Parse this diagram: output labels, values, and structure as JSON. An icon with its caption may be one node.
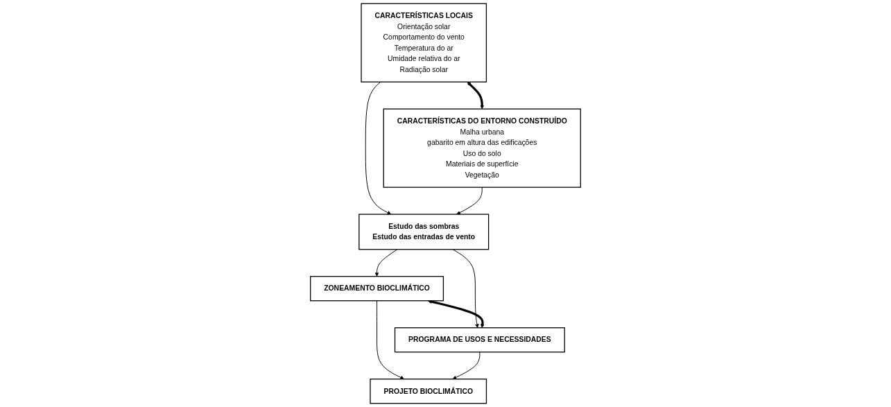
{
  "diagram": {
    "nodes": [
      {
        "text": [
          "CARACTERÍSTICAS LOCAIS",
          "Orientação solar",
          "Comportamento do vento",
          "Temperatura do ar",
          "Umidade relativa do ar",
          "Radiação solar"
        ]
      },
      {
        "text": [
          "CARACTERÍSTICAS DO ENTORNO CONSTRUÍDO",
          "Malha urbana",
          "gabarito em altura das edificações",
          "Uso do solo",
          "Materiais de superfície",
          "Vegetação"
        ]
      },
      {
        "text": [
          "Estudo das sombras",
          "Estudo das entradas de vento"
        ]
      },
      {
        "text": [
          "ZONEAMENTO BIOCLIMÁTICO"
        ]
      },
      {
        "text": [
          "PROGRAMA DE USOS E NECESSIDADES"
        ]
      },
      {
        "text": [
          "PROJETO BIOCLIMÁTICO"
        ]
      }
    ],
    "edges": [
      {
        "from": 0,
        "to": 1,
        "arrow": "both",
        "style": "thick"
      },
      {
        "from": 0,
        "to": 2,
        "arrow": "to"
      },
      {
        "from": 1,
        "to": 2,
        "arrow": "to"
      },
      {
        "from": 2,
        "to": 3,
        "arrow": "to"
      },
      {
        "from": 2,
        "to": 4,
        "arrow": "to"
      },
      {
        "from": 3,
        "to": 4,
        "arrow": "both",
        "style": "thick"
      },
      {
        "from": 3,
        "to": 5,
        "arrow": "to"
      },
      {
        "from": 4,
        "to": 5,
        "arrow": "to"
      }
    ]
  }
}
